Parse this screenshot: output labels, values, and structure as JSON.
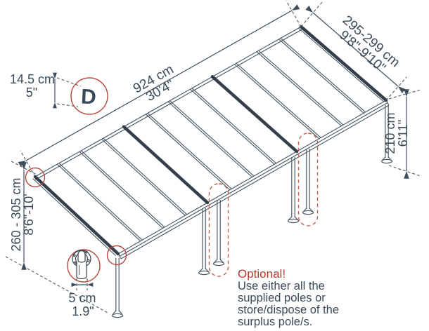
{
  "diagram": {
    "title": "patio-cover-dimension-diagram",
    "labels": {
      "length": {
        "metric": "924 cm",
        "imperial": "30'4\""
      },
      "depth": {
        "metric": "295-299 cm",
        "imperial": "9'8\"-9'10\""
      },
      "pole_height": {
        "metric": "210 cm",
        "imperial": "6'11\""
      },
      "attach_height": {
        "metric": "260 - 305 cm",
        "imperial": "8'6\"-10'"
      },
      "profile_height": {
        "metric": "14.5 cm",
        "imperial": "5\""
      },
      "pole_diameter": {
        "metric": "5 cm",
        "imperial": "1.9\""
      }
    },
    "profile_glyph": "D",
    "note": {
      "title": "Optional!",
      "lines": [
        "Use either all the",
        "supplied poles or",
        "store/dispose of the",
        "surplus pole/s."
      ]
    },
    "colors": {
      "ink": "#3b4a59",
      "line": "#4b5966",
      "dark_bar": "#343f4b",
      "accent_red": "#b6493f",
      "note_red": "#b23a2e",
      "dashed_red": "#c2604e"
    }
  }
}
